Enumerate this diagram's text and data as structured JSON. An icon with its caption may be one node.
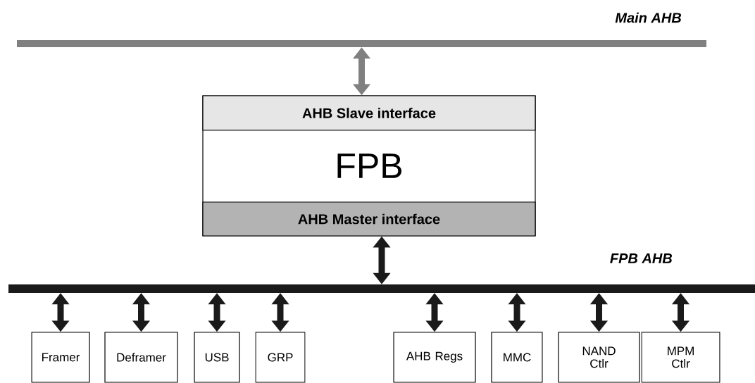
{
  "diagram": {
    "nodes": [
      {
        "text": [
          "Main AHB"
        ]
      },
      {
        "text": [
          "FPB"
        ]
      },
      {
        "text": [
          "AHB Slave interface"
        ],
        "in": 1
      },
      {
        "text": [
          "AHB Master interface"
        ],
        "in": 1
      },
      {
        "text": [
          "FPB AHB"
        ]
      },
      {
        "text": [
          "Framer"
        ]
      },
      {
        "text": [
          "Deframer"
        ]
      },
      {
        "text": [
          "USB"
        ]
      },
      {
        "text": [
          "GRP"
        ]
      },
      {
        "text": [
          "AHB Regs"
        ]
      },
      {
        "text": [
          "MMC"
        ]
      },
      {
        "text": [
          "NAND Ctlr"
        ]
      },
      {
        "text": [
          "MPM Ctlr"
        ]
      }
    ],
    "edges": [
      {
        "from": 0,
        "to": 2,
        "arrow": "both",
        "color": "#808080"
      },
      {
        "from": 3,
        "to": 4,
        "arrow": "both"
      },
      {
        "from": 4,
        "to": 5,
        "arrow": "both"
      },
      {
        "from": 4,
        "to": 6,
        "arrow": "both"
      },
      {
        "from": 4,
        "to": 7,
        "arrow": "both"
      },
      {
        "from": 4,
        "to": 8,
        "arrow": "both"
      },
      {
        "from": 4,
        "to": 9,
        "arrow": "both"
      },
      {
        "from": 4,
        "to": 10,
        "arrow": "both"
      },
      {
        "from": 4,
        "to": 11,
        "arrow": "both"
      },
      {
        "from": 4,
        "to": 12,
        "arrow": "both"
      }
    ]
  }
}
